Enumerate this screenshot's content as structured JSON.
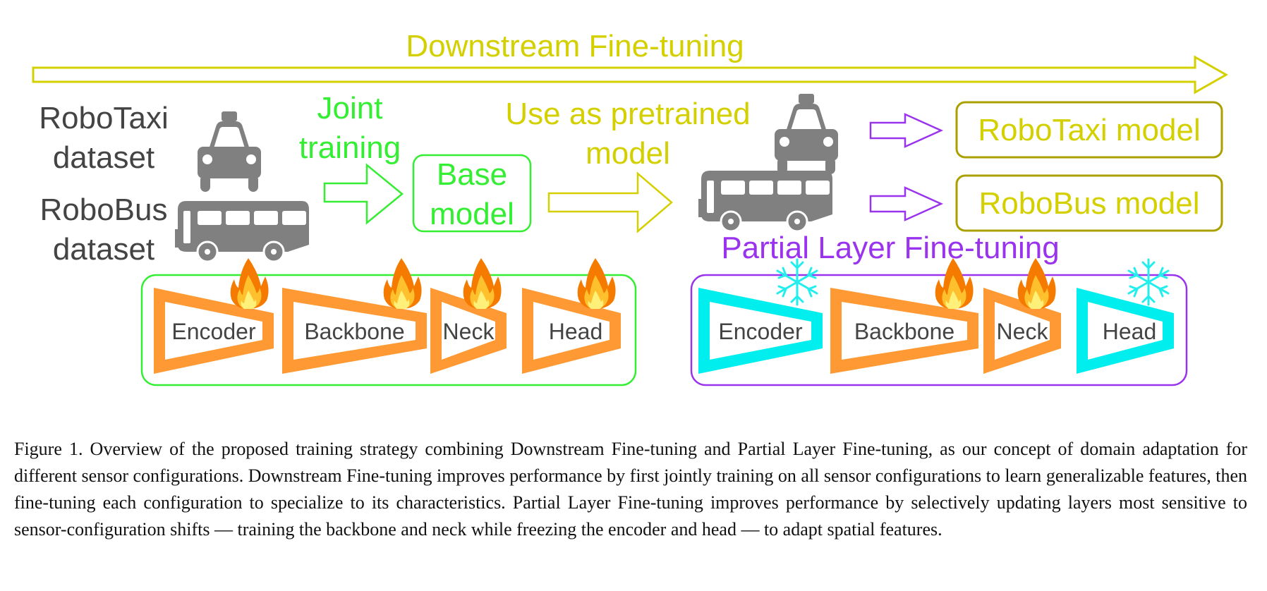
{
  "colors": {
    "downstream": "#d4d000",
    "joint": "#33ee33",
    "partial": "#9933ee",
    "vehicle": "#808080",
    "label": "#444444",
    "trainable": "#ff9933",
    "frozen": "#00eeee",
    "model_box": "#aaa000"
  },
  "diagram": {
    "downstream_title": "Downstream Fine-tuning",
    "datasets": [
      {
        "name_line1": "RoboTaxi",
        "name_line2": "dataset",
        "icon": "taxi-icon"
      },
      {
        "name_line1": "RoboBus",
        "name_line2": "dataset",
        "icon": "bus-icon"
      }
    ],
    "joint_training_line1": "Joint",
    "joint_training_line2": "training",
    "base_model_line1": "Base",
    "base_model_line2": "model",
    "pretrained_line1": "Use as pretrained",
    "pretrained_line2": "model",
    "outputs": [
      {
        "label": "RoboTaxi model",
        "icon": "taxi-icon"
      },
      {
        "label": "RoboBus model",
        "icon": "bus-icon"
      }
    ],
    "partial_title": "Partial Layer Fine-tuning",
    "joint_layers": [
      {
        "label": "Encoder",
        "state": "trainable",
        "icon": "fire-icon"
      },
      {
        "label": "Backbone",
        "state": "trainable",
        "icon": "fire-icon"
      },
      {
        "label": "Neck",
        "state": "trainable",
        "icon": "fire-icon"
      },
      {
        "label": "Head",
        "state": "trainable",
        "icon": "fire-icon"
      }
    ],
    "partial_layers": [
      {
        "label": "Encoder",
        "state": "frozen",
        "icon": "snowflake-icon"
      },
      {
        "label": "Backbone",
        "state": "trainable",
        "icon": "fire-icon"
      },
      {
        "label": "Neck",
        "state": "trainable",
        "icon": "fire-icon"
      },
      {
        "label": "Head",
        "state": "frozen",
        "icon": "snowflake-icon"
      }
    ]
  },
  "caption": {
    "label": "Figure 1.",
    "text": "Overview of the proposed training strategy combining Downstream Fine-tuning and Partial Layer Fine-tuning, as our concept of domain adaptation for different sensor configurations. Downstream Fine-tuning improves performance by first jointly training on all sensor configurations to learn generalizable features, then fine-tuning each configuration to specialize to its characteristics. Partial Layer Fine-tuning improves performance by selectively updating layers most sensitive to sensor-configuration shifts — training the backbone and neck while freezing the encoder and head — to adapt spatial features."
  }
}
